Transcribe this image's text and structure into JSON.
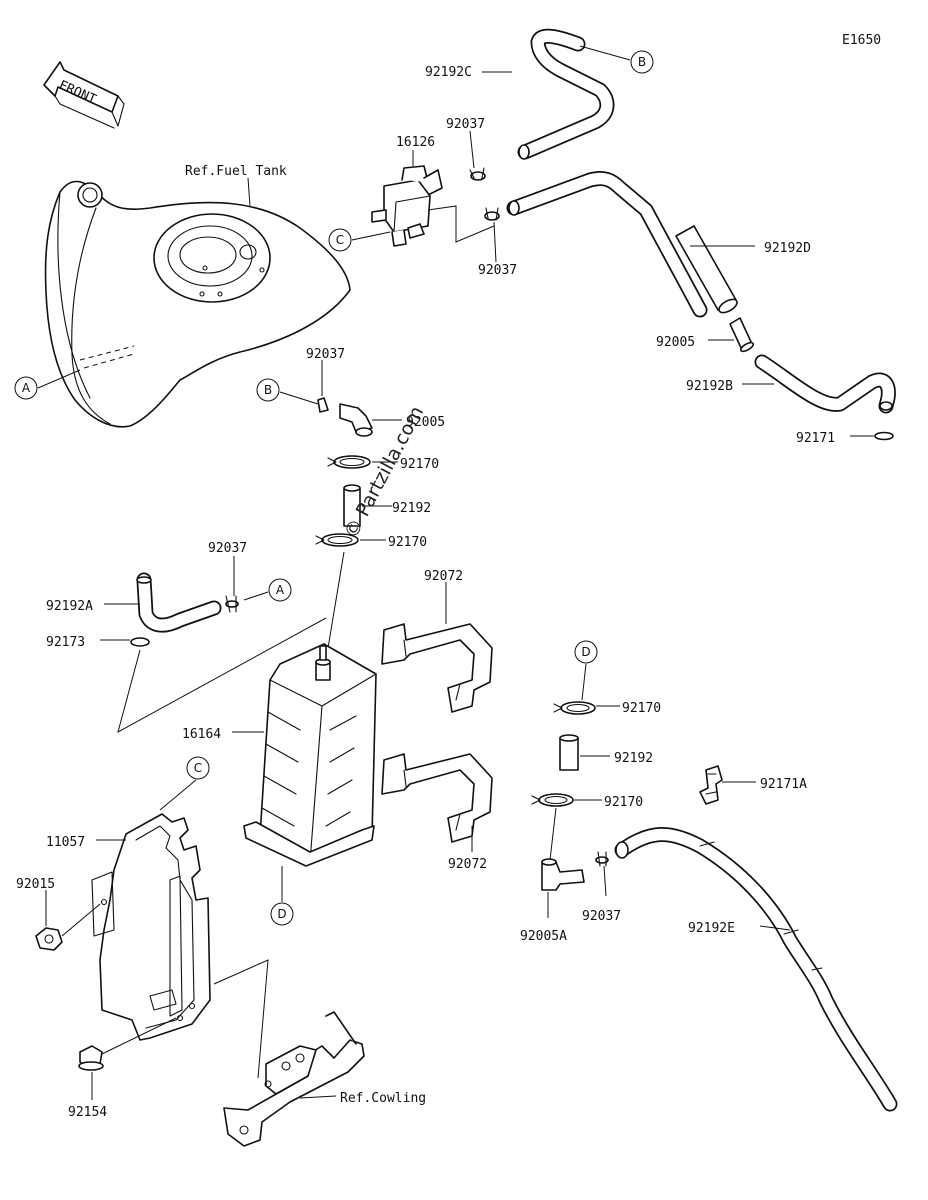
{
  "diagram_code": "E1650",
  "front_label": "FRONT",
  "watermark": "© Partzilla.com",
  "refs": {
    "fuel_tank": "Ref.Fuel Tank",
    "cowling": "Ref.Cowling"
  },
  "callouts": {
    "A": "A",
    "B": "B",
    "C": "C",
    "D": "D"
  },
  "parts": {
    "p92192C": "92192C",
    "p16126": "16126",
    "p92037_top": "92037",
    "p92037_mid": "92037",
    "p92192D": "92192D",
    "p92005": "92005",
    "p92192B": "92192B",
    "p92171": "92171",
    "p92037_b": "92037",
    "p92005_b": "92005",
    "p92170_a": "92170",
    "p92192_a": "92192",
    "p92170_b": "92170",
    "p92037_a": "92037",
    "p92192A": "92192A",
    "p92173": "92173",
    "p92072_top": "92072",
    "p16164": "16164",
    "p92072_bot": "92072",
    "p92170_d": "92170",
    "p92192_d": "92192",
    "p92171A": "92171A",
    "p92170_e": "92170",
    "p11057": "11057",
    "p92015": "92015",
    "p92005A": "92005A",
    "p92037_e": "92037",
    "p92192E": "92192E",
    "p92154": "92154"
  }
}
